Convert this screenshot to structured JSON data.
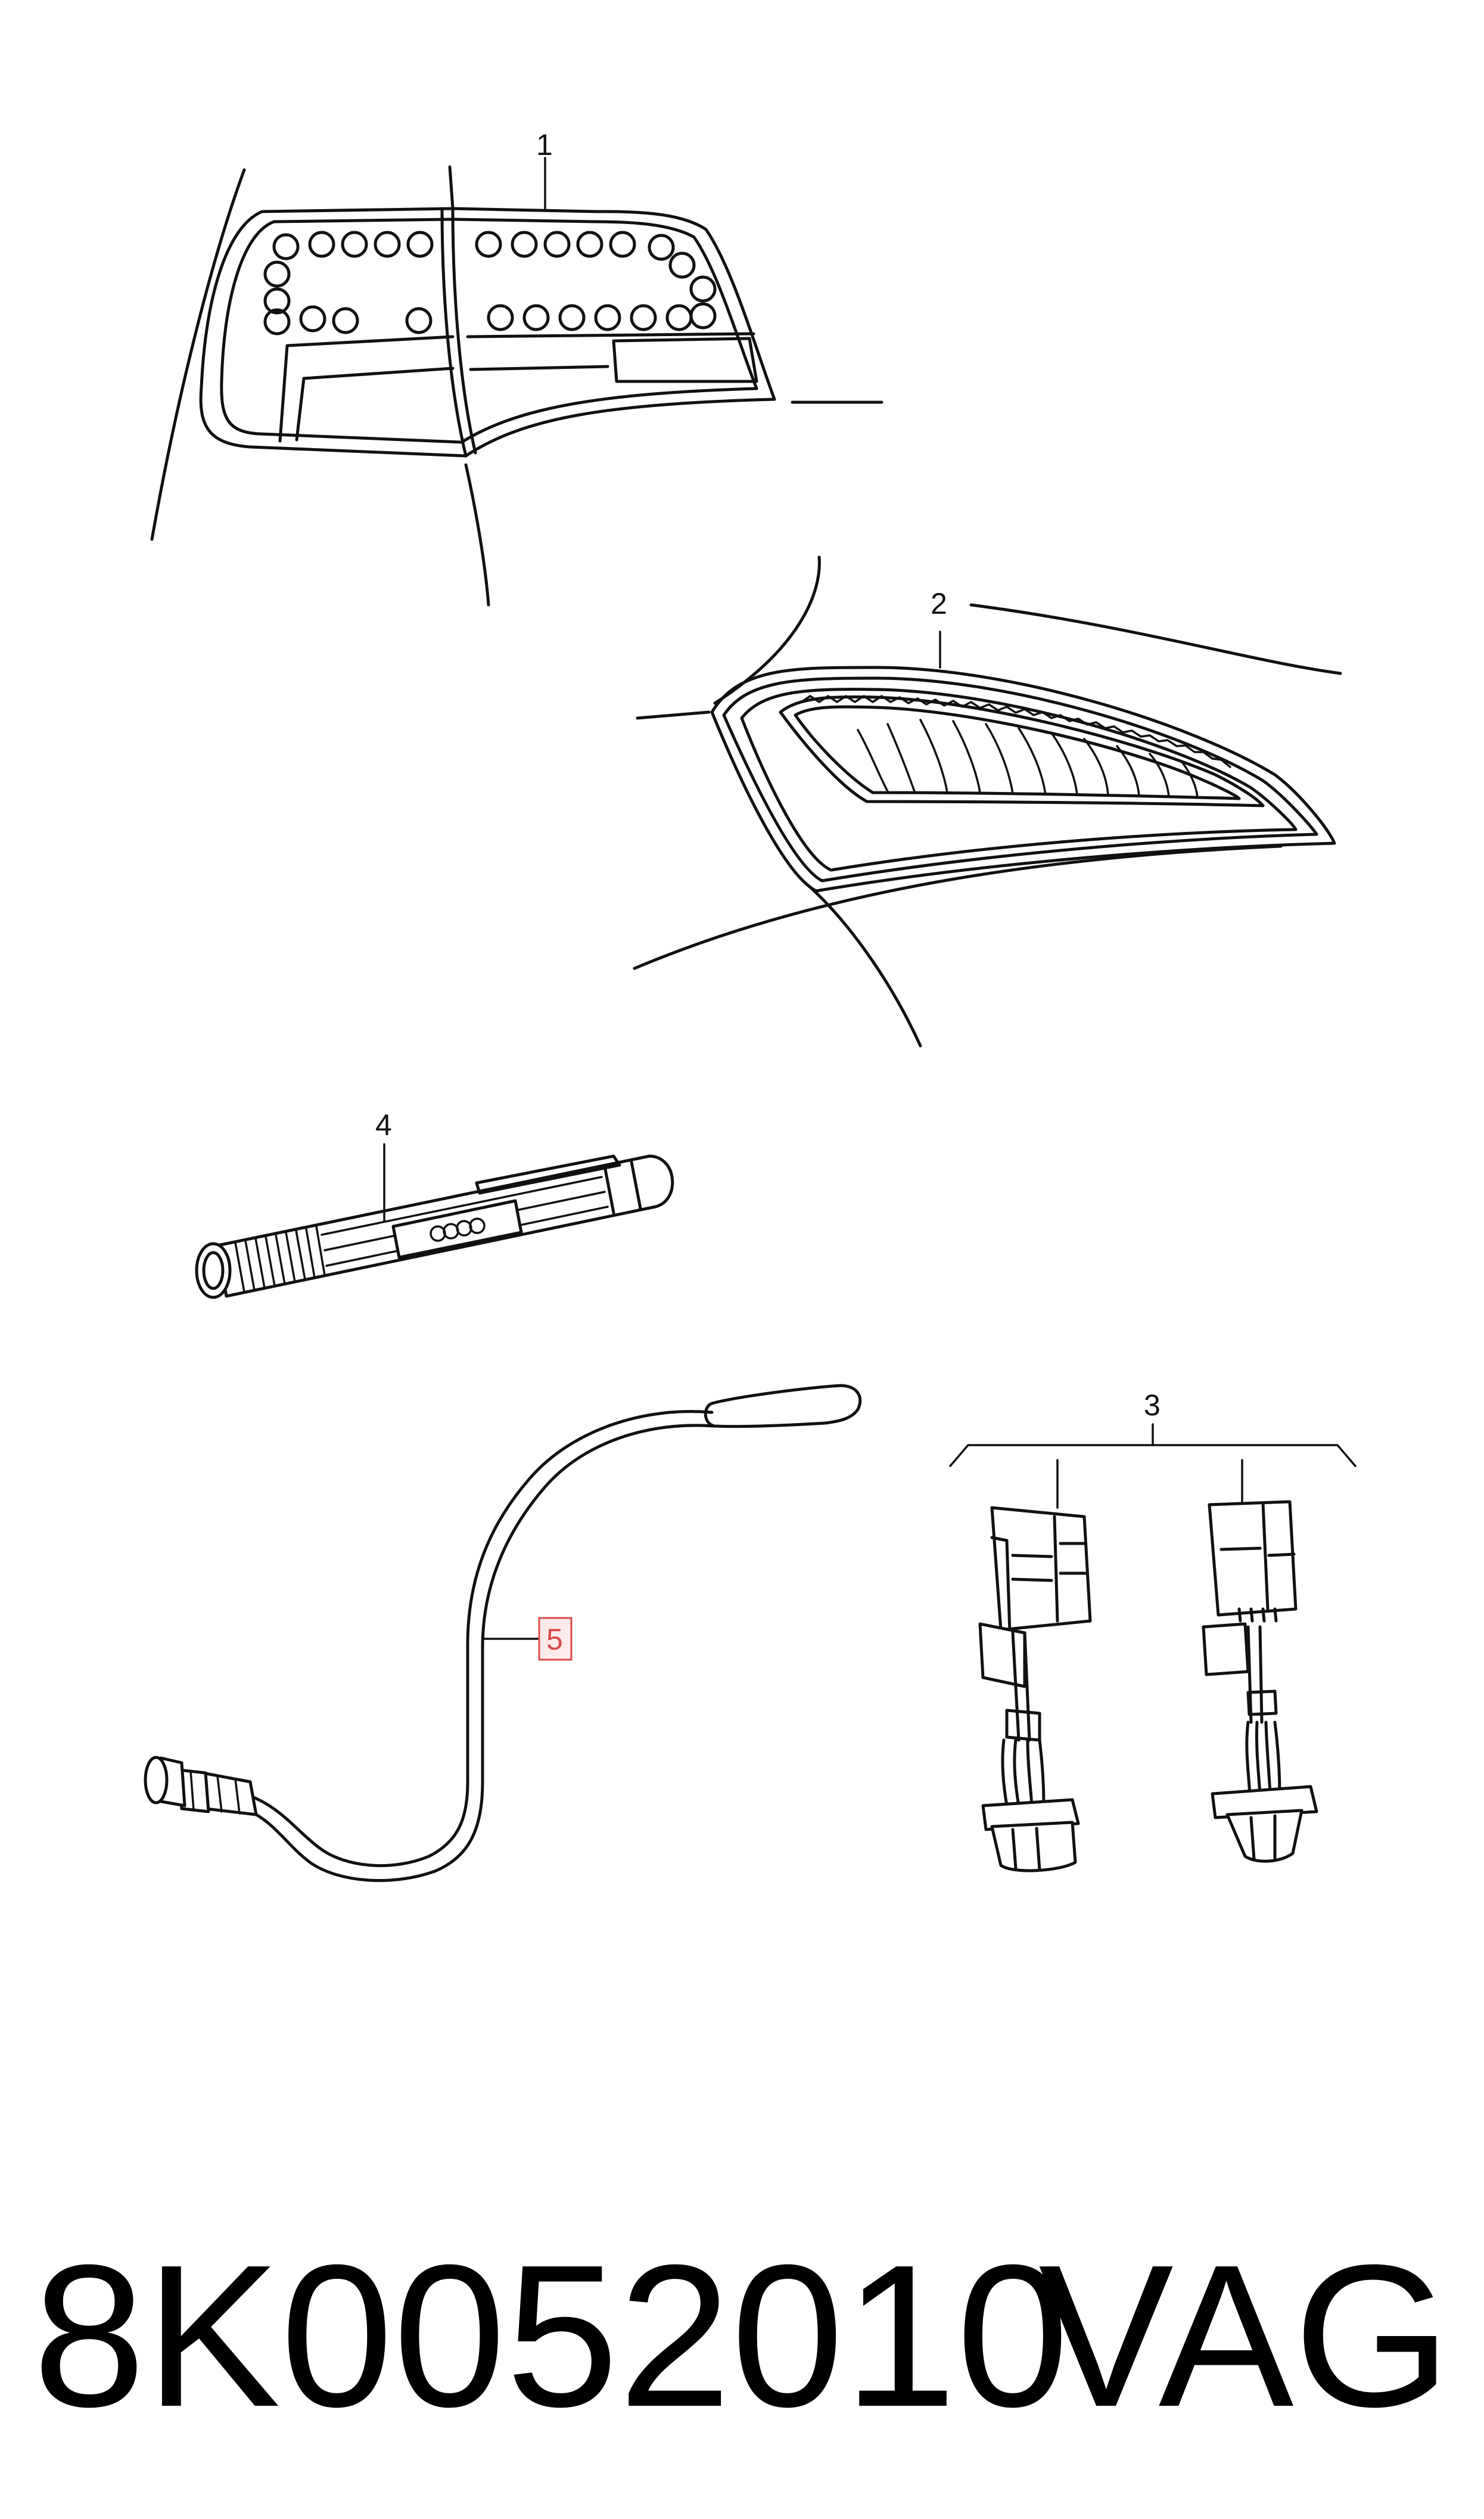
{
  "callouts": [
    {
      "id": "1",
      "label": "1"
    },
    {
      "id": "2",
      "label": "2"
    },
    {
      "id": "3",
      "label": "3"
    },
    {
      "id": "4",
      "label": "4"
    },
    {
      "id": "5",
      "label": "5",
      "highlighted": true
    }
  ],
  "footer": {
    "part_number": "8K0052010",
    "brand": "VAG"
  },
  "colors": {
    "line": "#111111",
    "highlight": "#d94a4a",
    "background": "#ffffff"
  }
}
